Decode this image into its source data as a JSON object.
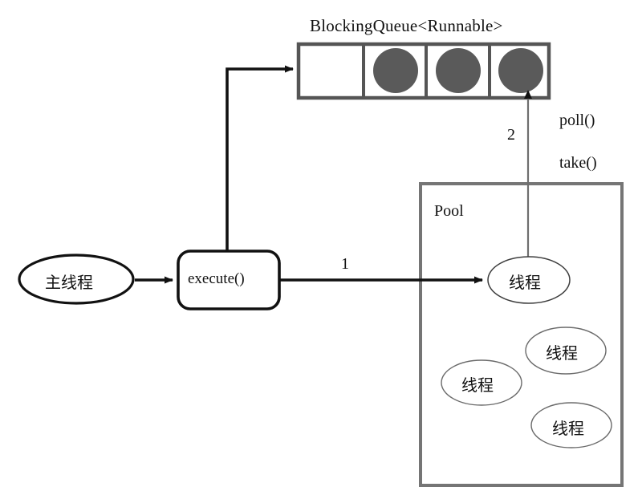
{
  "diagram": {
    "title_text": "BlockingQueue<Runnable>",
    "background_color": "#ffffff",
    "stroke_dark": "#111111",
    "stroke_gray": "#757575",
    "circle_fill": "#5a5a5a",
    "queue": {
      "label": "BlockingQueue<Runnable>",
      "cells": [
        {
          "index": 0,
          "filled": false
        },
        {
          "index": 1,
          "filled": true
        },
        {
          "index": 2,
          "filled": true
        },
        {
          "index": 3,
          "filled": true
        }
      ]
    },
    "pool": {
      "label": "Pool",
      "threads": [
        {
          "id": 0,
          "label": "线程"
        },
        {
          "id": 1,
          "label": "线程"
        },
        {
          "id": 2,
          "label": "线程"
        },
        {
          "id": 3,
          "label": "线程"
        }
      ]
    },
    "nodes": {
      "main_thread": {
        "label": "主线程",
        "shape": "ellipse"
      },
      "execute": {
        "label": "execute()",
        "shape": "rounded-rect"
      }
    },
    "edges": {
      "submit_to_queue": {
        "label": "",
        "from": "execute()",
        "to": "BlockingQueue<Runnable>"
      },
      "main_to_execute": {
        "label": "",
        "from": "主线程",
        "to": "execute()"
      },
      "execute_to_pool": {
        "label": "1",
        "from": "execute()",
        "to": "线程"
      },
      "thread_to_queue": {
        "label": "2",
        "from": "线程",
        "to": "BlockingQueue<Runnable>"
      }
    },
    "annotations": {
      "step_one": "1",
      "step_two": "2",
      "poll_method": "poll()",
      "take_method": "take()"
    }
  }
}
